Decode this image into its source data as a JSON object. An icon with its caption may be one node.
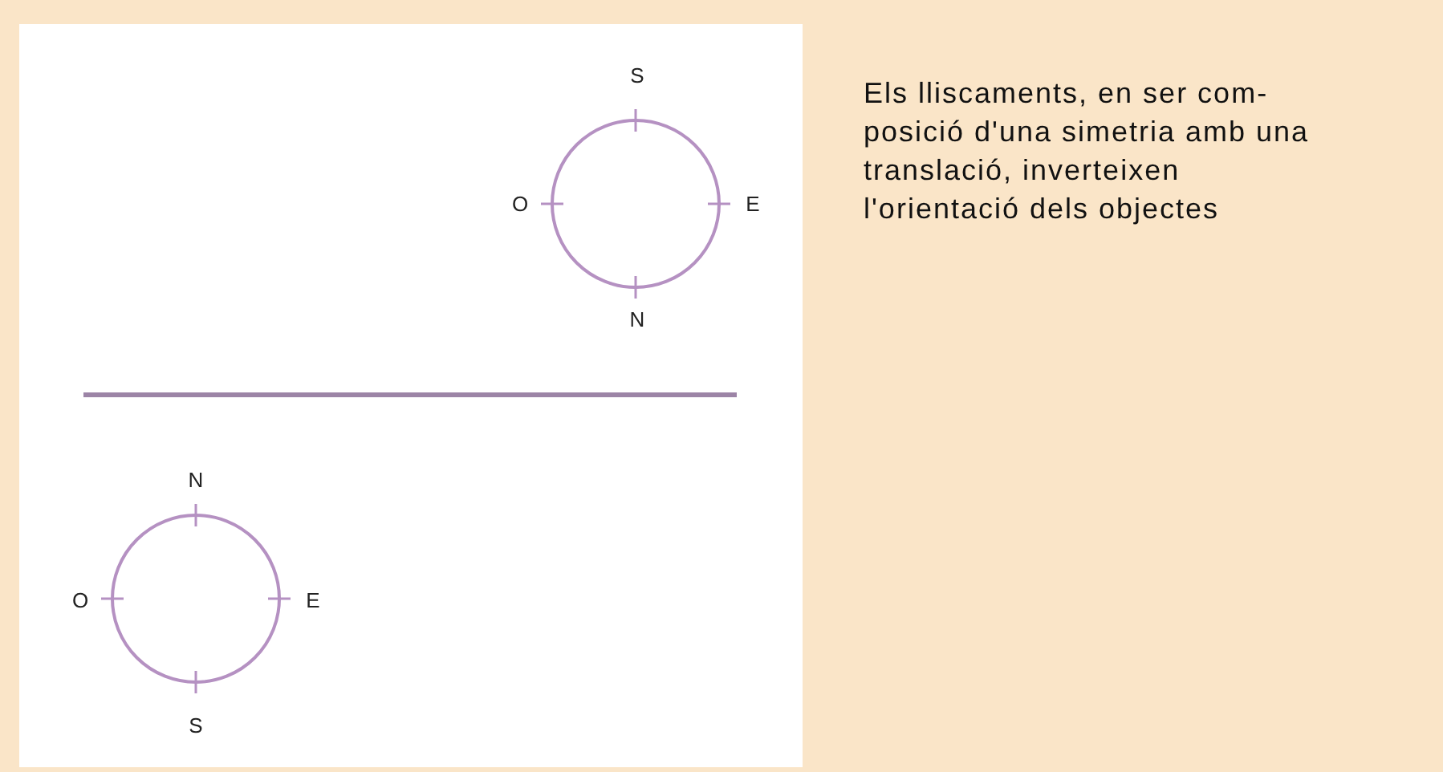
{
  "diagram": {
    "labels": [
      "S",
      "O",
      "E",
      "N",
      "Els lliscaments, en ser com- posició d'una simetria amb una translació, inverteixen l'orientació dels objectes",
      "N",
      "O",
      "E",
      "S"
    ]
  }
}
